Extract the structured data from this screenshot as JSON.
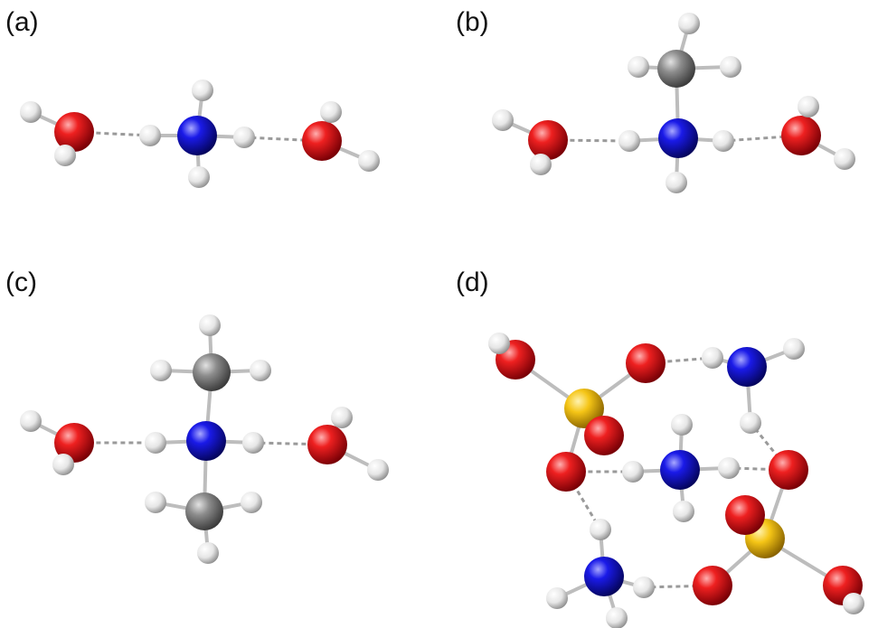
{
  "panels": [
    {
      "id": "a",
      "label": "(a)"
    },
    {
      "id": "b",
      "label": "(b)"
    },
    {
      "id": "c",
      "label": "(c)"
    },
    {
      "id": "d",
      "label": "(d)"
    }
  ],
  "colors": {
    "oxygen": "#e0101c",
    "nitrogen": "#1414d8",
    "hydrogen": "#e8e8e8",
    "carbon": "#8a8a8a",
    "sulfur": "#f2c418",
    "bond": "#bdbdbd",
    "hbond": "#9a9a9a"
  },
  "atom_icons": {
    "O": "oxygen-atom-icon",
    "N": "nitrogen-atom-icon",
    "H": "hydrogen-atom-icon",
    "C": "carbon-atom-icon",
    "S": "sulfur-atom-icon"
  }
}
